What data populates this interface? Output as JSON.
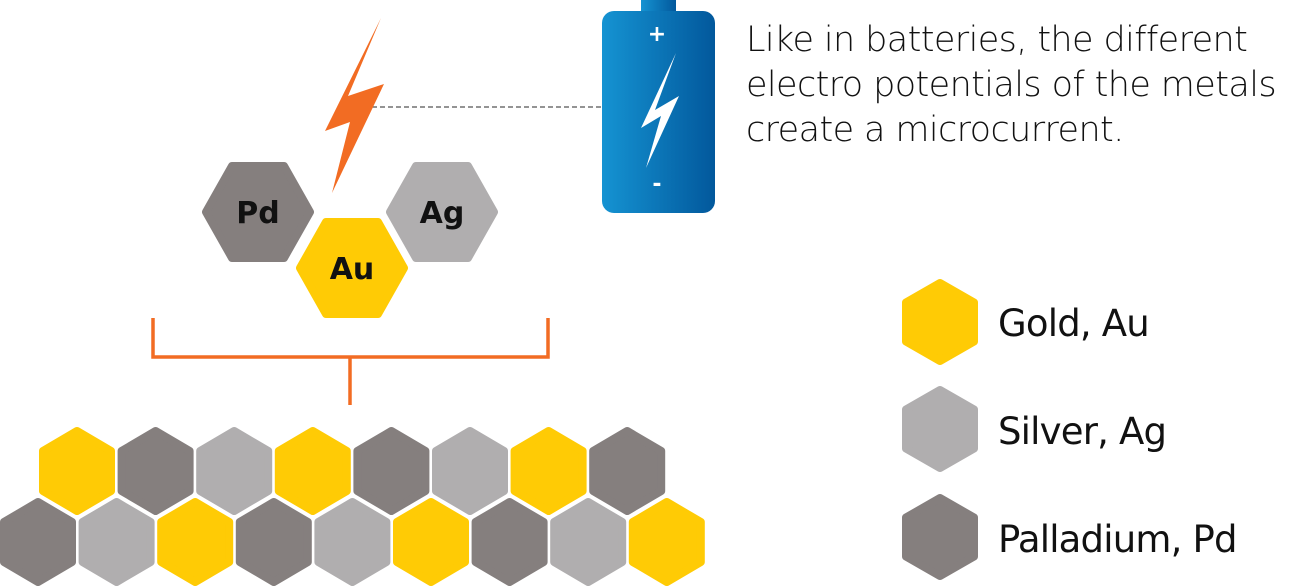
{
  "colors": {
    "gold": "#FFCB05",
    "silver": "#B0AEAF",
    "palladium": "#857F7E",
    "accent_orange": "#F26C23",
    "battery_light": "#1593D2",
    "battery_dark": "#02589C",
    "text": "#111111"
  },
  "caption": {
    "lines": [
      "Like in batteries, the different",
      "electro potentials of the metals",
      "create a microcurrent."
    ]
  },
  "battery": {
    "plus_symbol": "+",
    "minus_symbol": "-"
  },
  "cluster": [
    {
      "symbol": "Pd",
      "metal": "palladium"
    },
    {
      "symbol": "Au",
      "metal": "gold"
    },
    {
      "symbol": "Ag",
      "metal": "silver"
    }
  ],
  "pattern": {
    "top_row": [
      "gold",
      "palladium",
      "silver",
      "gold",
      "palladium",
      "silver",
      "gold",
      "palladium"
    ],
    "bottom_row": [
      "palladium",
      "silver",
      "gold",
      "palladium",
      "silver",
      "gold",
      "palladium",
      "silver",
      "gold"
    ]
  },
  "legend": [
    {
      "label": "Gold, Au",
      "metal": "gold"
    },
    {
      "label": "Silver, Ag",
      "metal": "silver"
    },
    {
      "label": "Palladium, Pd",
      "metal": "palladium"
    }
  ]
}
